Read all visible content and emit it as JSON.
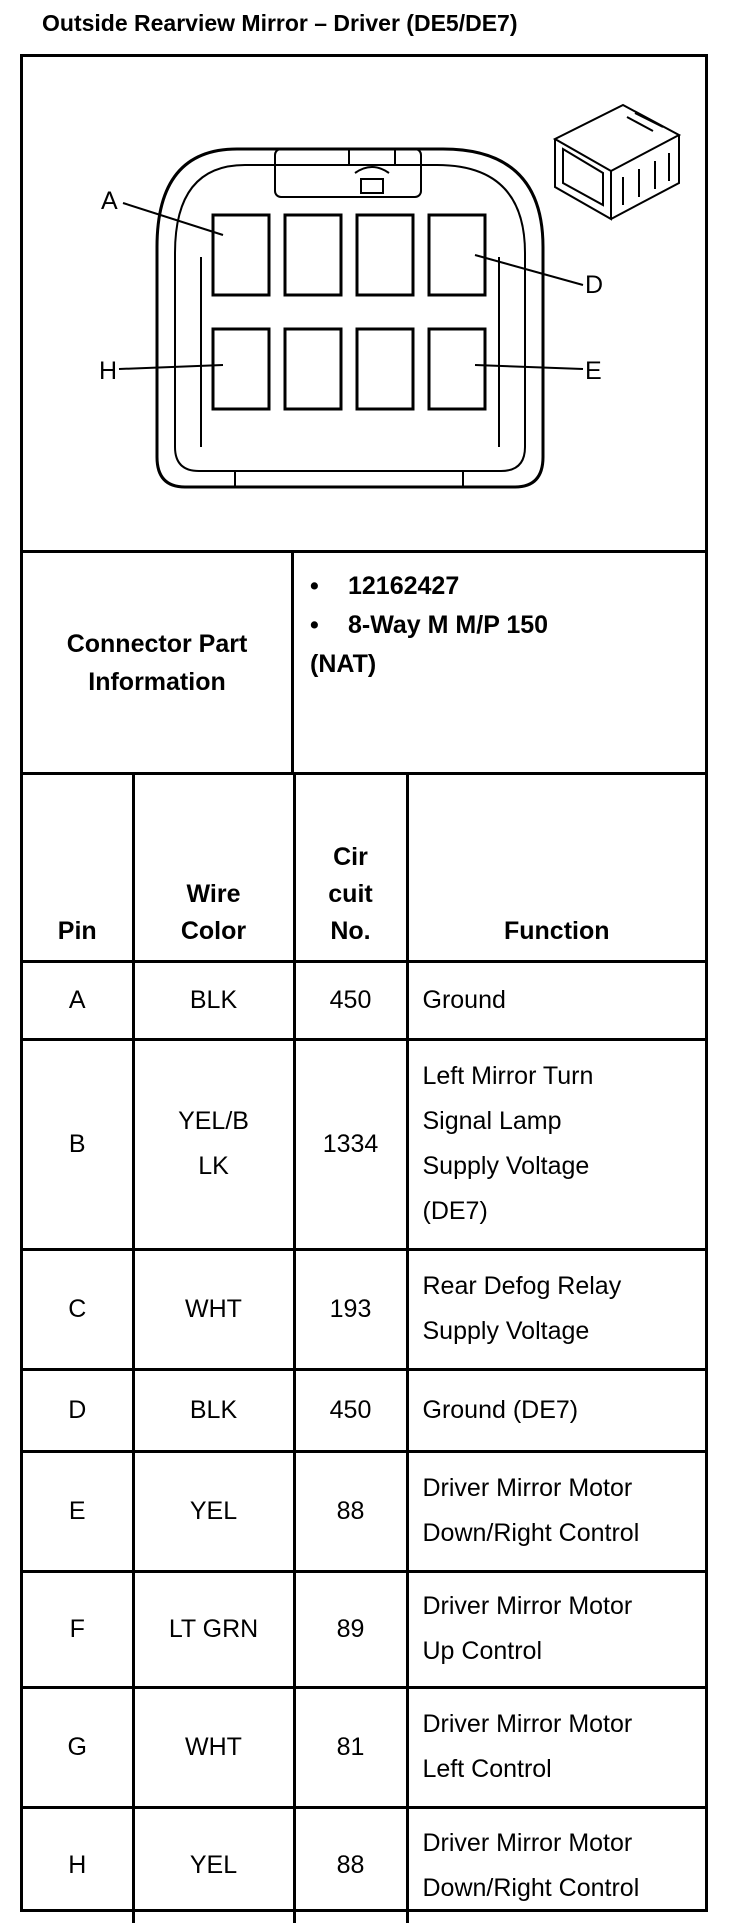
{
  "title": "Outside Rearview Mirror – Driver (DE5/DE7)",
  "connector": {
    "labels": {
      "a": "A",
      "d": "D",
      "h": "H",
      "e": "E"
    }
  },
  "part_info": {
    "label": "Connector Part Information",
    "bullet": "•",
    "items": [
      "12162427",
      "8-Way M M/P 150"
    ],
    "note": "(NAT)"
  },
  "table": {
    "headers": {
      "pin": "Pin",
      "wire_color": [
        "Wire",
        "Color"
      ],
      "circuit": [
        "Cir",
        "cuit",
        "No."
      ],
      "function": "Function"
    },
    "rows": [
      {
        "pin": "A",
        "color": [
          "BLK"
        ],
        "circuit": "450",
        "function": [
          "Ground"
        ]
      },
      {
        "pin": "B",
        "color": [
          "YEL/B",
          "LK"
        ],
        "circuit": "1334",
        "function": [
          "Left Mirror Turn",
          "Signal Lamp",
          "Supply Voltage",
          "(DE7)"
        ]
      },
      {
        "pin": "C",
        "color": [
          "WHT"
        ],
        "circuit": "193",
        "function": [
          "Rear Defog Relay",
          "Supply Voltage"
        ]
      },
      {
        "pin": "D",
        "color": [
          "BLK"
        ],
        "circuit": "450",
        "function": [
          "Ground (DE7)"
        ]
      },
      {
        "pin": "E",
        "color": [
          "YEL"
        ],
        "circuit": "88",
        "function": [
          "Driver Mirror Motor",
          "Down/Right Control"
        ]
      },
      {
        "pin": "F",
        "color": [
          "LT GRN"
        ],
        "circuit": "89",
        "function": [
          "Driver Mirror Motor",
          "Up Control"
        ]
      },
      {
        "pin": "G",
        "color": [
          "WHT"
        ],
        "circuit": "81",
        "function": [
          "Driver Mirror Motor",
          "Left Control"
        ]
      },
      {
        "pin": "H",
        "color": [
          "YEL"
        ],
        "circuit": "88",
        "function": [
          "Driver Mirror Motor",
          "Down/Right Control"
        ]
      }
    ]
  }
}
